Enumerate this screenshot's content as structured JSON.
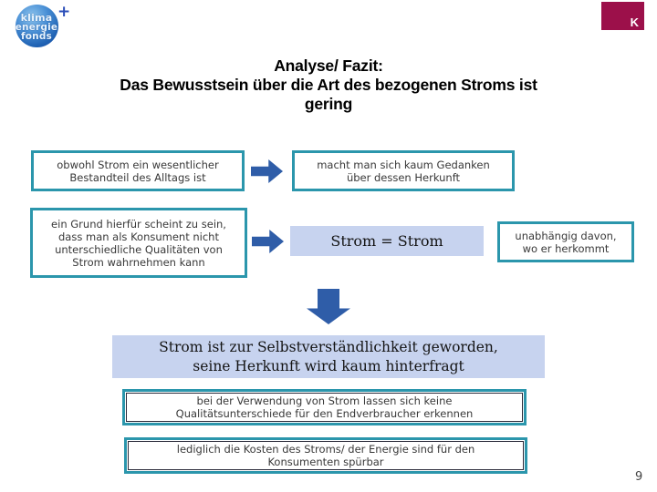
{
  "slide": {
    "page_number": "9"
  },
  "logo": {
    "lines": [
      "klima",
      "energie",
      "fonds"
    ],
    "plus": "+"
  },
  "k_badge": {
    "letter": "K"
  },
  "title": {
    "lines": [
      "Analyse/ Fazit:",
      "Das Bewusstsein über die Art des bezogenen Stroms ist",
      "gering"
    ]
  },
  "flow": {
    "box_alltag": "obwohl Strom ein wesentlicher\nBestandteil des Alltags ist",
    "box_gedanken": "macht man sich kaum Gedanken\nüber dessen Herkunft",
    "box_grund": "ein Grund hierfür scheint zu sein,\ndass man als Konsument nicht\nunterschiedliche Qualitäten von\nStrom wahrnehmen kann",
    "box_strom_gleich": "Strom = Strom",
    "box_unabhaengig": "unabhängig davon,\nwo er herkommt",
    "box_selbstverstaendlich": "Strom ist zur Selbstverständlichkeit geworden,\nseine Herkunft wird kaum hinterfragt",
    "box_verwendung": "bei der Verwendung von Strom lassen sich keine\nQualitätsunterschiede für den Endverbraucher erkennen",
    "box_kosten": "lediglich die Kosten des Stroms/ der Energie sind für den\nKonsumenten spürbar"
  },
  "colors": {
    "teal_border": "#2B96AC",
    "arrow_blue": "#2F5DA8",
    "light_blue_fill": "#C7D3EF",
    "badge_maroon": "#9C104A"
  }
}
